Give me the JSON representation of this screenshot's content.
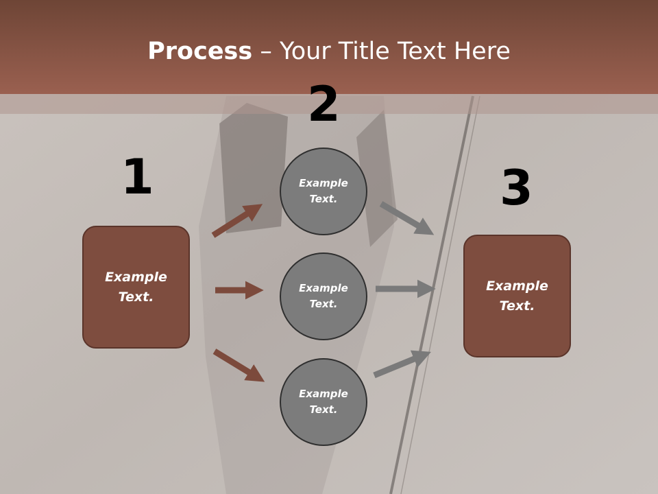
{
  "title": {
    "bold": "Process",
    "rest": " – Your Title Text Here"
  },
  "steps": [
    {
      "number": "1",
      "text": "Example Text."
    },
    {
      "number": "2",
      "text": "Example Text."
    },
    {
      "number": "3",
      "text": "Example Text."
    }
  ],
  "circles": [
    {
      "text": "Example Text."
    },
    {
      "text": "Example Text."
    },
    {
      "text": "Example Text."
    }
  ],
  "colors": {
    "header": "#8f5a49",
    "box_fill": "#7e4d3f",
    "circle_fill": "#7c7c7c",
    "arrow_brown": "#7c4a3c",
    "arrow_gray": "#7a7a7a",
    "background": "#c4bdb8"
  }
}
